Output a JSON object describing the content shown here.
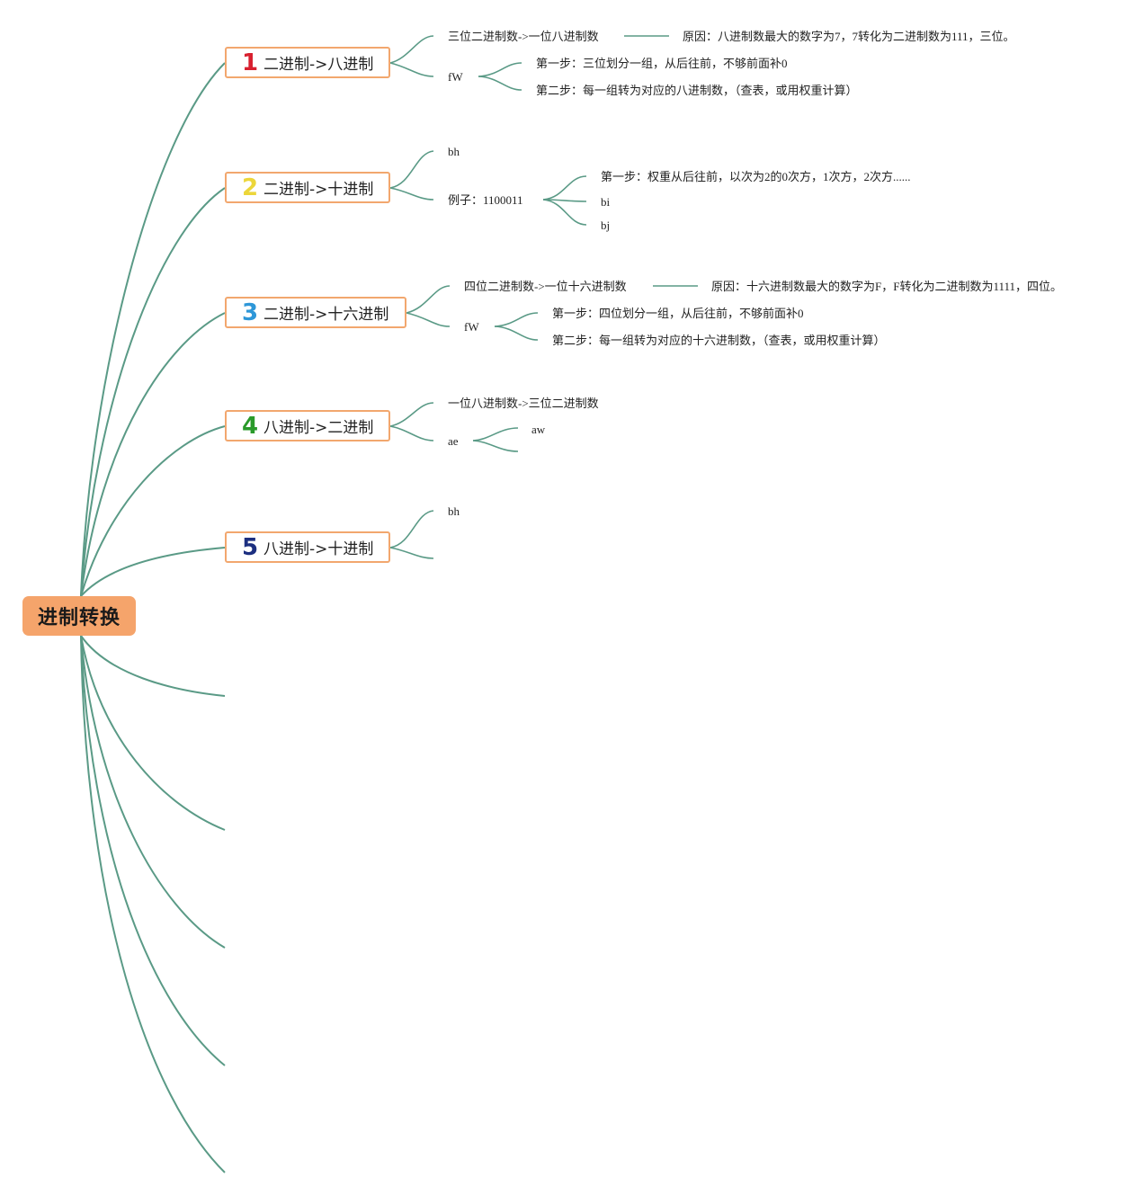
{
  "root": {
    "label": "进制转换"
  },
  "colors": {
    "root_fill": "#f5a46b",
    "topic_border": "#f2a76e",
    "connector": "#5a9a86",
    "num_1": "#d8202f",
    "num_2": "#ecd63a",
    "num_3": "#2e97d8",
    "num_4": "#2a9a2a",
    "num_5": "#1c2f80"
  },
  "topics": [
    {
      "num": "1",
      "label": "二进制->八进制"
    },
    {
      "num": "2",
      "label": "二进制->十进制"
    },
    {
      "num": "3",
      "label": "二进制->十六进制"
    },
    {
      "num": "4",
      "label": "八进制->二进制"
    },
    {
      "num": "5",
      "label": "八进制->十进制"
    }
  ],
  "t1": {
    "rule": "三位二进制数->一位八进制数",
    "reason": "原因：八进制数最大的数字为7，7转化为二进制数为111，三位。",
    "group": "fW",
    "step1": "第一步：三位划分一组，从后往前，不够前面补0",
    "step2": "第二步：每一组转为对应的八进制数，（查表，或用权重计算）"
  },
  "t2": {
    "a": "bh",
    "example": "例子：1100011",
    "step1": "第一步：权重从后往前，以次为2的0次方，1次方，2次方......",
    "b": "bi",
    "c": "bj"
  },
  "t3": {
    "rule": "四位二进制数->一位十六进制数",
    "reason": "原因：十六进制数最大的数字为F，F转化为二进制数为1111，四位。",
    "group": "fW",
    "step1": "第一步：四位划分一组，从后往前，不够前面补0",
    "step2": "第二步：每一组转为对应的十六进制数，（查表，或用权重计算）"
  },
  "t4": {
    "rule": "一位八进制数->三位二进制数",
    "group": "ae",
    "sub": "aw"
  },
  "t5": {
    "a": "bh"
  }
}
